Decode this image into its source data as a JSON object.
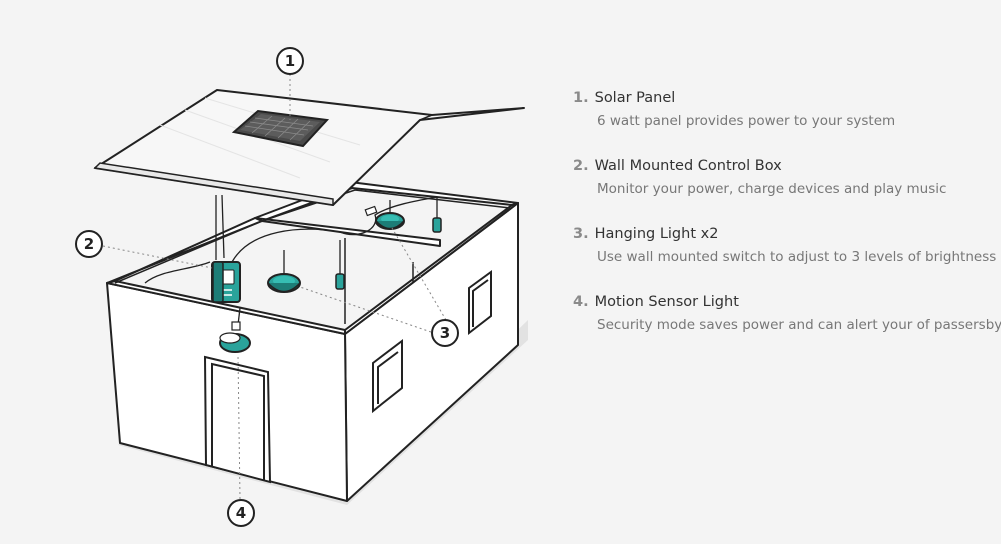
{
  "callouts": [
    "1",
    "2",
    "3",
    "4"
  ],
  "items": [
    {
      "number": "1.",
      "title": "Solar Panel",
      "description": "6 watt panel provides power to your system"
    },
    {
      "number": "2.",
      "title": "Wall Mounted Control Box",
      "description": "Monitor your power, charge devices and play music"
    },
    {
      "number": "3.",
      "title": "Hanging Light x2",
      "description": "Use wall mounted switch to adjust to 3 levels of brightness"
    },
    {
      "number": "4.",
      "title": "Motion Sensor Light",
      "description": "Security mode saves power and can alert your of passersby"
    }
  ],
  "colors": {
    "accent": "#2aa39b",
    "accent_dark": "#1d7d77",
    "outline": "#222222",
    "wall": "#ffffff",
    "ground_shadow": "#e3e3e3"
  }
}
